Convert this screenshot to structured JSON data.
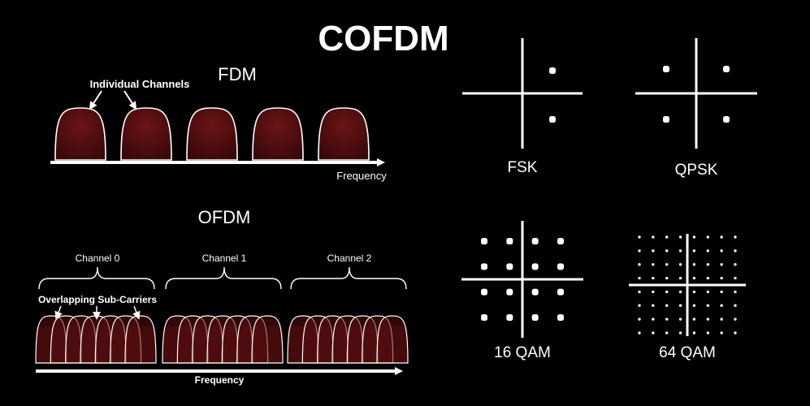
{
  "title": "COFDM",
  "fdm": {
    "heading": "FDM",
    "callout": "Individual Channels",
    "axis_label": "Frequency",
    "channel_count": 5
  },
  "ofdm": {
    "heading": "OFDM",
    "channels": [
      "Channel 0",
      "Channel 1",
      "Channel 2"
    ],
    "callout": "Overlapping Sub-Carriers",
    "axis_label": "Frequency",
    "subcarriers_per_channel": 7
  },
  "constellations": [
    {
      "label": "FSK",
      "grid": "fsk"
    },
    {
      "label": "QPSK",
      "grid": "qpsk"
    },
    {
      "label": "16 QAM",
      "grid": 4
    },
    {
      "label": "64 QAM",
      "grid": 8
    }
  ],
  "colors": {
    "fill": "#5a0f10",
    "fill_dark": "#2a0607",
    "stroke": "#ffffff",
    "background": "#000000"
  }
}
